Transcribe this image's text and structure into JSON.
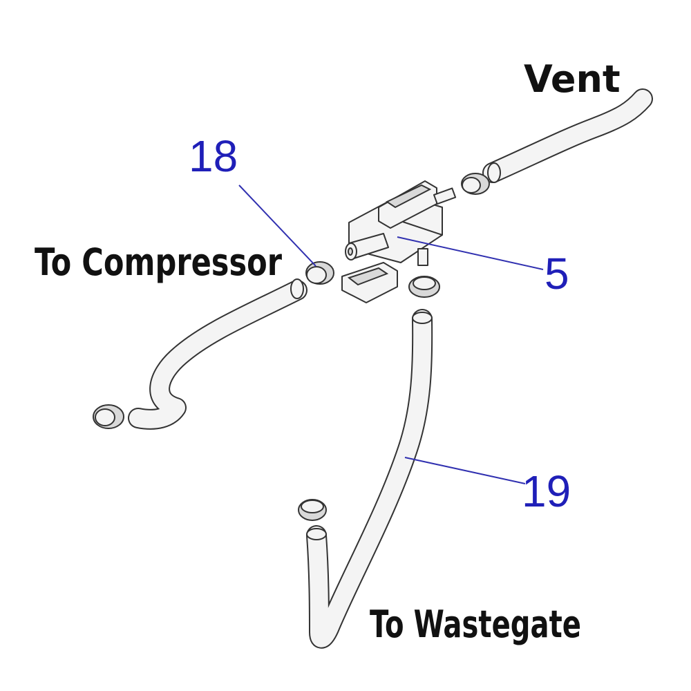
{
  "labels": {
    "vent": "Vent",
    "to_compressor": "To Compressor",
    "to_wastegate": "To Wastegate"
  },
  "callouts": {
    "part_18": "18",
    "part_5": "5",
    "part_19": "19"
  },
  "colors": {
    "callout": "#1f1fb8",
    "label": "#111111",
    "outline": "#333333"
  }
}
